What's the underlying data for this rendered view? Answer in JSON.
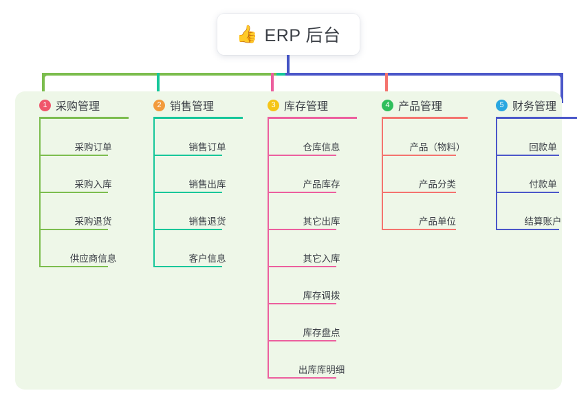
{
  "root": {
    "emoji": "👍",
    "icon_name": "thumbs-up-icon",
    "title": "ERP 后台"
  },
  "colors": {
    "panel_bg": "#eef7e8",
    "stem": "#4353c4",
    "green": "#7cbd4e",
    "teal": "#16c79a",
    "pink": "#ec5f9e",
    "salmon": "#f4736e",
    "blue": "#4b57c9",
    "badge_1": "#f0566b",
    "badge_2": "#f29b3d",
    "badge_3": "#f5c518",
    "badge_4": "#2fbf5c",
    "badge_5": "#29a7e0"
  },
  "columns": [
    {
      "number": "1",
      "title": "采购管理",
      "accent": "#7cbd4e",
      "badge_color": "#f0566b",
      "items": [
        "采购订单",
        "采购入库",
        "采购退货",
        "供应商信息"
      ]
    },
    {
      "number": "2",
      "title": "销售管理",
      "accent": "#16c79a",
      "badge_color": "#f29b3d",
      "items": [
        "销售订单",
        "销售出库",
        "销售退货",
        "客户信息"
      ]
    },
    {
      "number": "3",
      "title": "库存管理",
      "accent": "#ec5f9e",
      "badge_color": "#f5c518",
      "items": [
        "仓库信息",
        "产品库存",
        "其它出库",
        "其它入库",
        "库存调拨",
        "库存盘点",
        "出库库明细"
      ]
    },
    {
      "number": "4",
      "title": "产品管理",
      "accent": "#f4736e",
      "badge_color": "#2fbf5c",
      "items": [
        "产品（物料）",
        "产品分类",
        "产品单位"
      ]
    },
    {
      "number": "5",
      "title": "财务管理",
      "accent": "#4b57c9",
      "badge_color": "#29a7e0",
      "items": [
        "回款单",
        "付款单",
        "结算账户"
      ]
    }
  ]
}
